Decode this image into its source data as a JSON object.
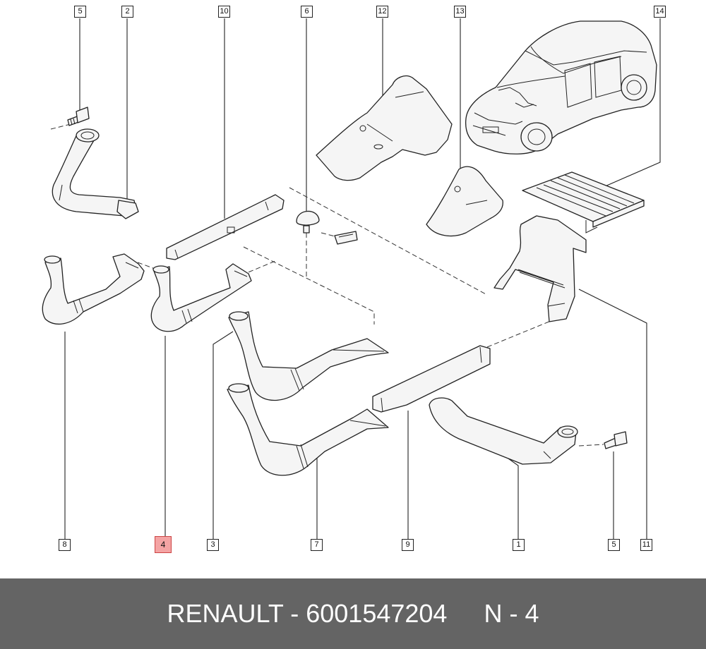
{
  "callouts": {
    "c5_top": "5",
    "c2": "2",
    "c10": "10",
    "c6": "6",
    "c12": "12",
    "c13": "13",
    "c14": "14",
    "c8": "8",
    "c4": "4",
    "c3": "3",
    "c7": "7",
    "c9": "9",
    "c1": "1",
    "c5_bottom": "5",
    "c11": "11"
  },
  "footer": {
    "part_ref": "RENAULT - 6001547204",
    "item_ref": "N - 4"
  },
  "colors": {
    "highlight": "#f4a4a4",
    "footer_bg": "#646464",
    "footer_text": "#ffffff"
  }
}
